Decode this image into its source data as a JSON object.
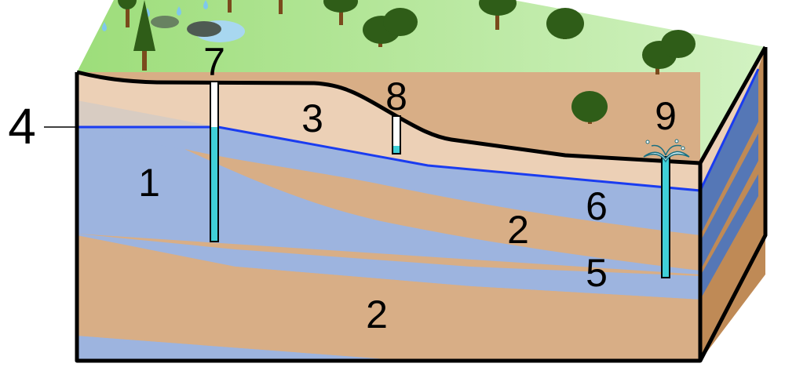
{
  "labels": {
    "aquifer_1": "1",
    "aquitard_2_upper": "2",
    "aquitard_2_lower": "2",
    "unsaturated_3": "3",
    "water_table_4": "4",
    "confined_aquifer_5": "5",
    "perched_aquifer_6": "6",
    "well_7": "7",
    "well_8": "8",
    "artesian_well_9": "9"
  },
  "colors": {
    "grass_light": "#c8eeb6",
    "grass_dark": "#9ddd7a",
    "soil_tan": "#ecd0b6",
    "aquitard_brown": "#d8ae86",
    "aquifer_blue": "#9db4df",
    "side_blue": "#5577b6",
    "side_brown": "#bf8a56",
    "water_table_line": "#1a3cf0",
    "well_water": "#40d0d8",
    "tree_green": "#2f5d18",
    "tree_trunk": "#7a4a1c",
    "pond_blue": "#a8d7f0",
    "outline": "#000000"
  }
}
